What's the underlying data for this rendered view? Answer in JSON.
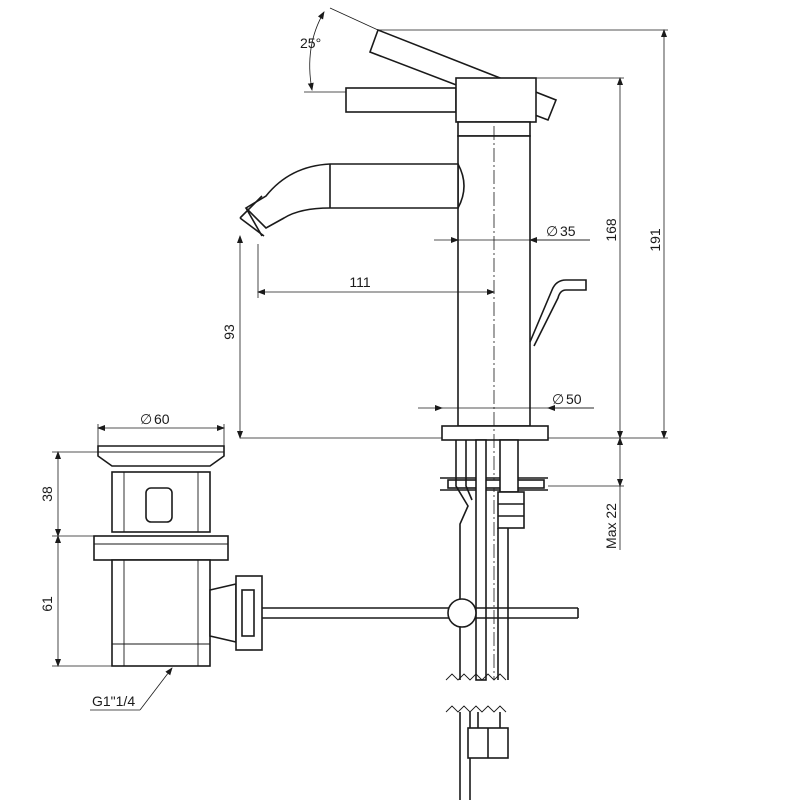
{
  "dimensions": {
    "handle_angle": "25°",
    "height_total": "191",
    "height_spout_base": "168",
    "spout_height": "93",
    "spout_reach": "111",
    "body_diameter": "35",
    "base_diameter": "50",
    "countertop_thickness": "Max 22",
    "waste_cap_diameter": "60",
    "waste_cap_height": "38",
    "waste_body_height": "61",
    "waste_thread": "G1\"1/4"
  },
  "symbols": {
    "diameter": "∅"
  }
}
